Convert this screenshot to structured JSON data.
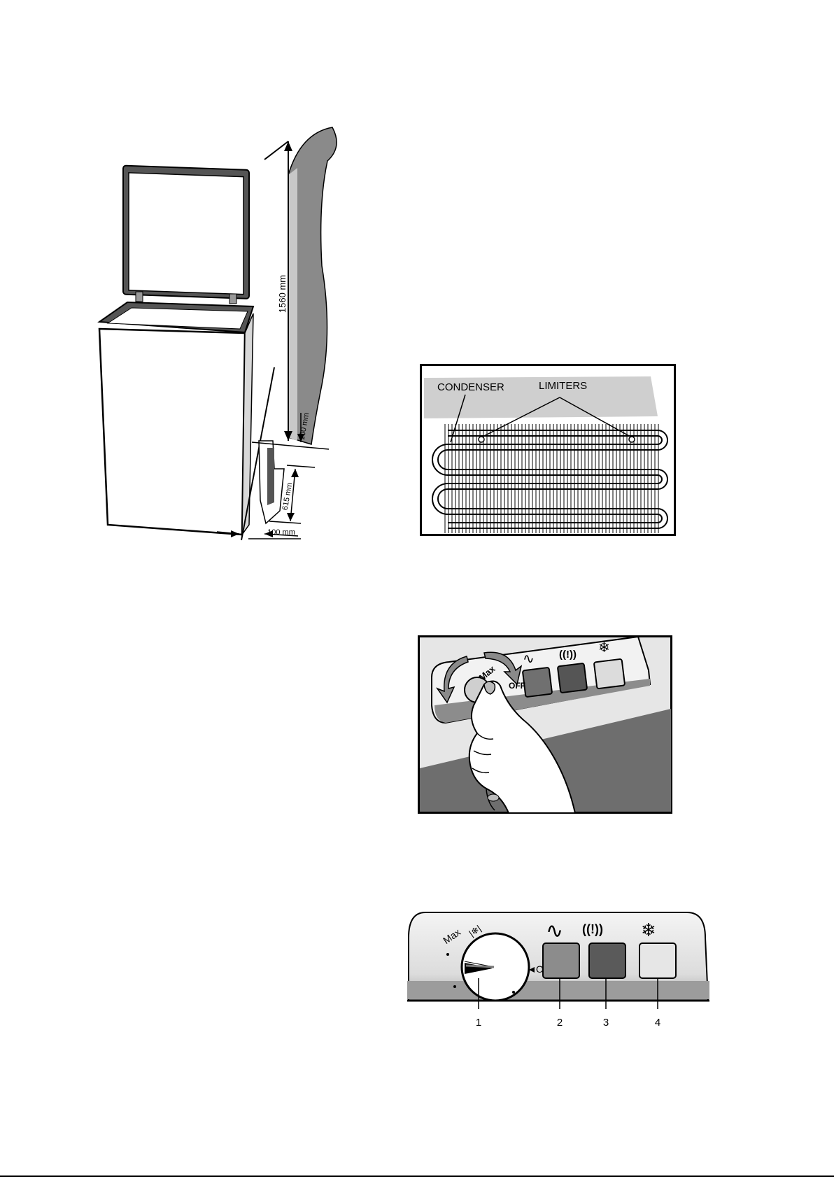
{
  "installation": {
    "height_label": "1560 mm",
    "top_gap_label": "100 mm",
    "depth_label": "615 mm",
    "side_gap_label": "100 mm"
  },
  "condenser": {
    "condenser_label": "CONDENSER",
    "limiters_label": "LIMITERS"
  },
  "knob_photo": {
    "max_label": "Max",
    "off_label": "OFF"
  },
  "control_panel": {
    "max_label": "Max",
    "off_label": "OFF",
    "icons": [
      "power-wave-icon",
      "alarm-icon",
      "snowflake-icon"
    ],
    "callouts": [
      "1",
      "2",
      "3",
      "4"
    ],
    "colors": {
      "lamp2": "#8c8c8c",
      "lamp3": "#5a5a5a",
      "lamp4": "#e6e6e6"
    }
  }
}
